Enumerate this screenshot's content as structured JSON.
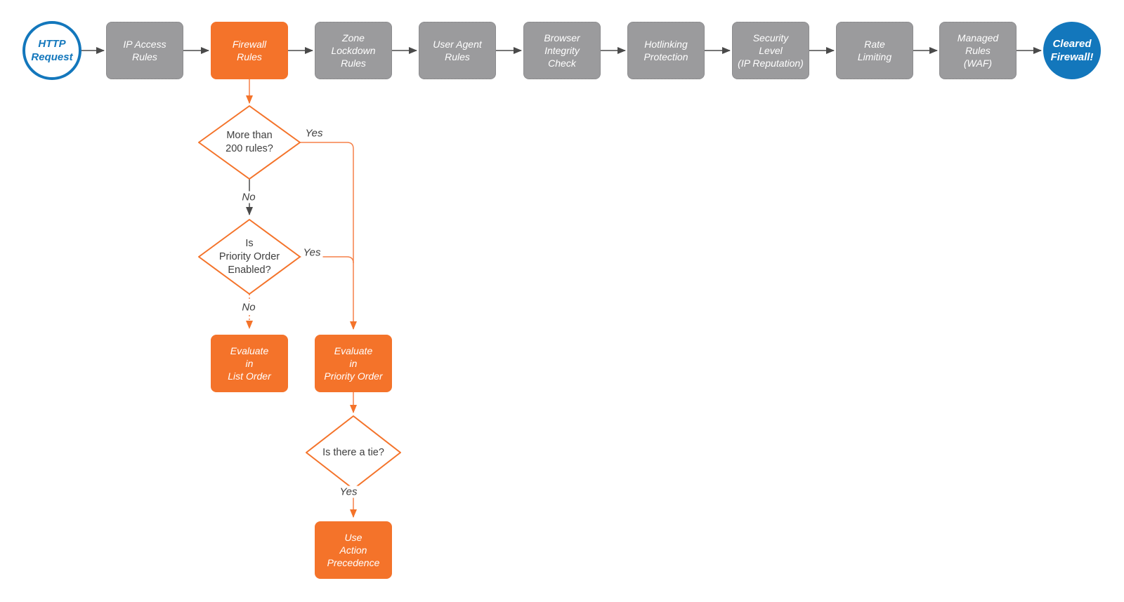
{
  "flow": {
    "start": {
      "label": "HTTP\nRequest"
    },
    "steps": [
      {
        "label": "IP Access\nRules",
        "highlighted": false
      },
      {
        "label": "Firewall\nRules",
        "highlighted": true
      },
      {
        "label": "Zone\nLockdown\nRules",
        "highlighted": false
      },
      {
        "label": "User Agent\nRules",
        "highlighted": false
      },
      {
        "label": "Browser\nIntegrity\nCheck",
        "highlighted": false
      },
      {
        "label": "Hotlinking\nProtection",
        "highlighted": false
      },
      {
        "label": "Security\nLevel\n(IP Reputation)",
        "highlighted": false
      },
      {
        "label": "Rate\nLimiting",
        "highlighted": false
      },
      {
        "label": "Managed\nRules\n(WAF)",
        "highlighted": false
      }
    ],
    "end": {
      "label": "Cleared\nFirewall!"
    },
    "decisions": [
      {
        "label": "More than\n200 rules?",
        "yes_label": "Yes",
        "no_label": "No"
      },
      {
        "label": "Is\nPriority Order\nEnabled?",
        "yes_label": "Yes",
        "no_label": "No"
      },
      {
        "label": "Is there a tie?",
        "yes_label": "Yes"
      }
    ],
    "actions": [
      {
        "label": "Evaluate\nin\nList Order"
      },
      {
        "label": "Evaluate\nin\nPriority Order"
      },
      {
        "label": "Use\nAction\nPrecedence"
      }
    ]
  },
  "colors": {
    "accent_orange": "#f4732a",
    "connector_orange": "#f58048",
    "node_gray": "#9b9b9d",
    "brand_blue": "#1377bc",
    "connector_gray": "#4a4a4a",
    "text_dark": "#3e3e3e"
  }
}
